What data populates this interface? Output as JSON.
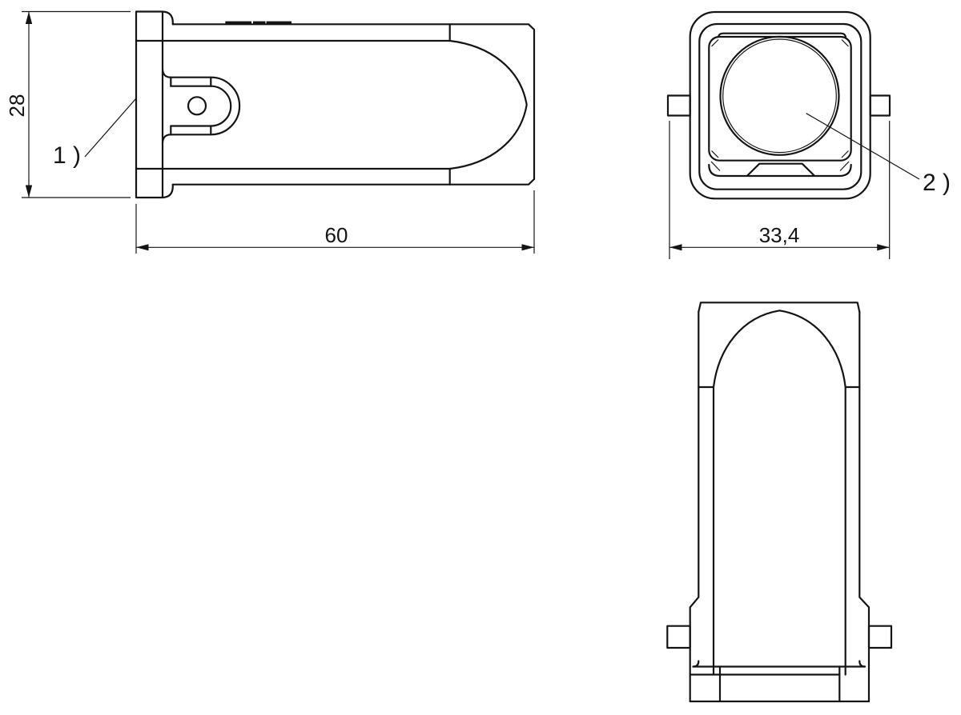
{
  "drawing": {
    "type": "engineering-orthographic-views",
    "views": {
      "side": "side view with mounting flange and lug",
      "front": "front view with square opening and circular cable entry",
      "bottom": "bottom view with dome profile"
    },
    "dims": {
      "flange_height": "28",
      "body_length": "60",
      "overall_width": "33,4"
    },
    "notes": {
      "note1": "1 )",
      "note2": "2 )"
    },
    "colors": {
      "line": "#141414",
      "background": "#ffffff"
    }
  }
}
